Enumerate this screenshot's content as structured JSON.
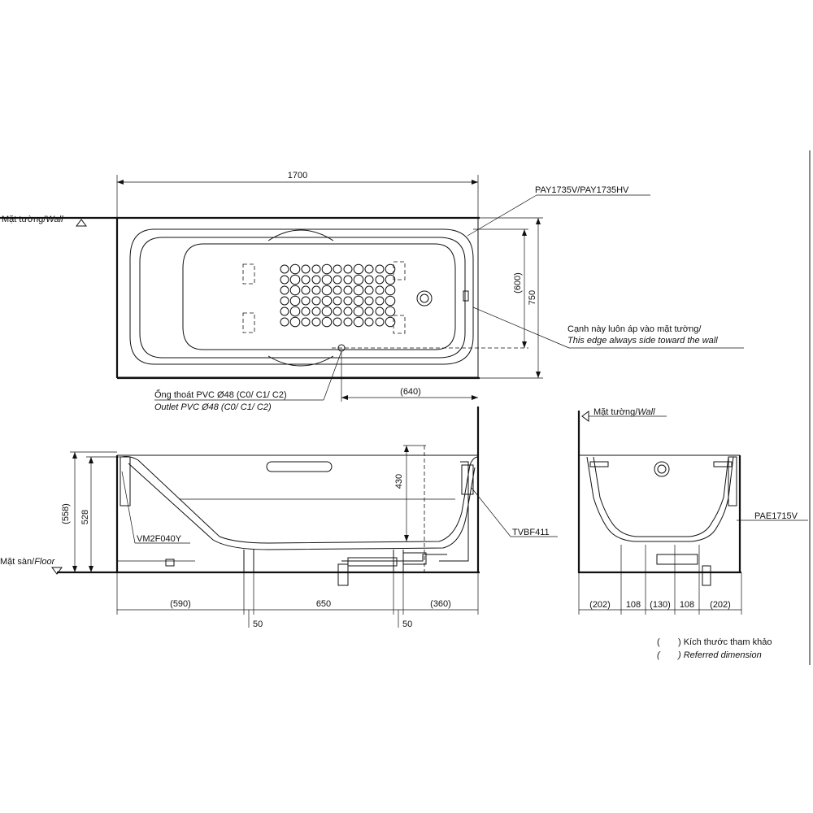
{
  "top_view": {
    "dim_length": "1700",
    "dim_width": "750",
    "dim_inner_width": "(600)",
    "dim_outlet_offset": "(640)",
    "model_label": "PAY1735V/PAY1735HV",
    "wall_label": "Mặt tường/",
    "wall_label_en": "Wall",
    "edge_note_vi": "Cạnh này luôn áp vào mặt tường/",
    "edge_note_en": "This edge always side toward the wall",
    "outlet_vi": "Ống thoát PVC Ø48 (C0/ C1/ C2)",
    "outlet_en": "Outlet PVC Ø48 (C0/ C1/ C2)"
  },
  "side_view": {
    "floor_label": "Mặt sàn/",
    "floor_label_en": "Floor",
    "dim_total_height": "(558)",
    "dim_rim_height": "528",
    "dim_depth": "430",
    "dim_left": "(590)",
    "dim_mid": "650",
    "dim_right": "(360)",
    "dim_leg_left": "50",
    "dim_leg_right": "50",
    "part_leg": "VM2F040Y",
    "part_drain": "TVBF411"
  },
  "end_view": {
    "wall_label": "Mặt tường/",
    "wall_label_en": "Wall",
    "part_panel": "PAE1715V",
    "dim_a": "(202)",
    "dim_b": "108",
    "dim_c": "(130)",
    "dim_d": "108",
    "dim_e": "(202)"
  },
  "legend": {
    "line1": ") Kích thước tham khảo",
    "line2": ") Referred dimension",
    "paren": "("
  }
}
